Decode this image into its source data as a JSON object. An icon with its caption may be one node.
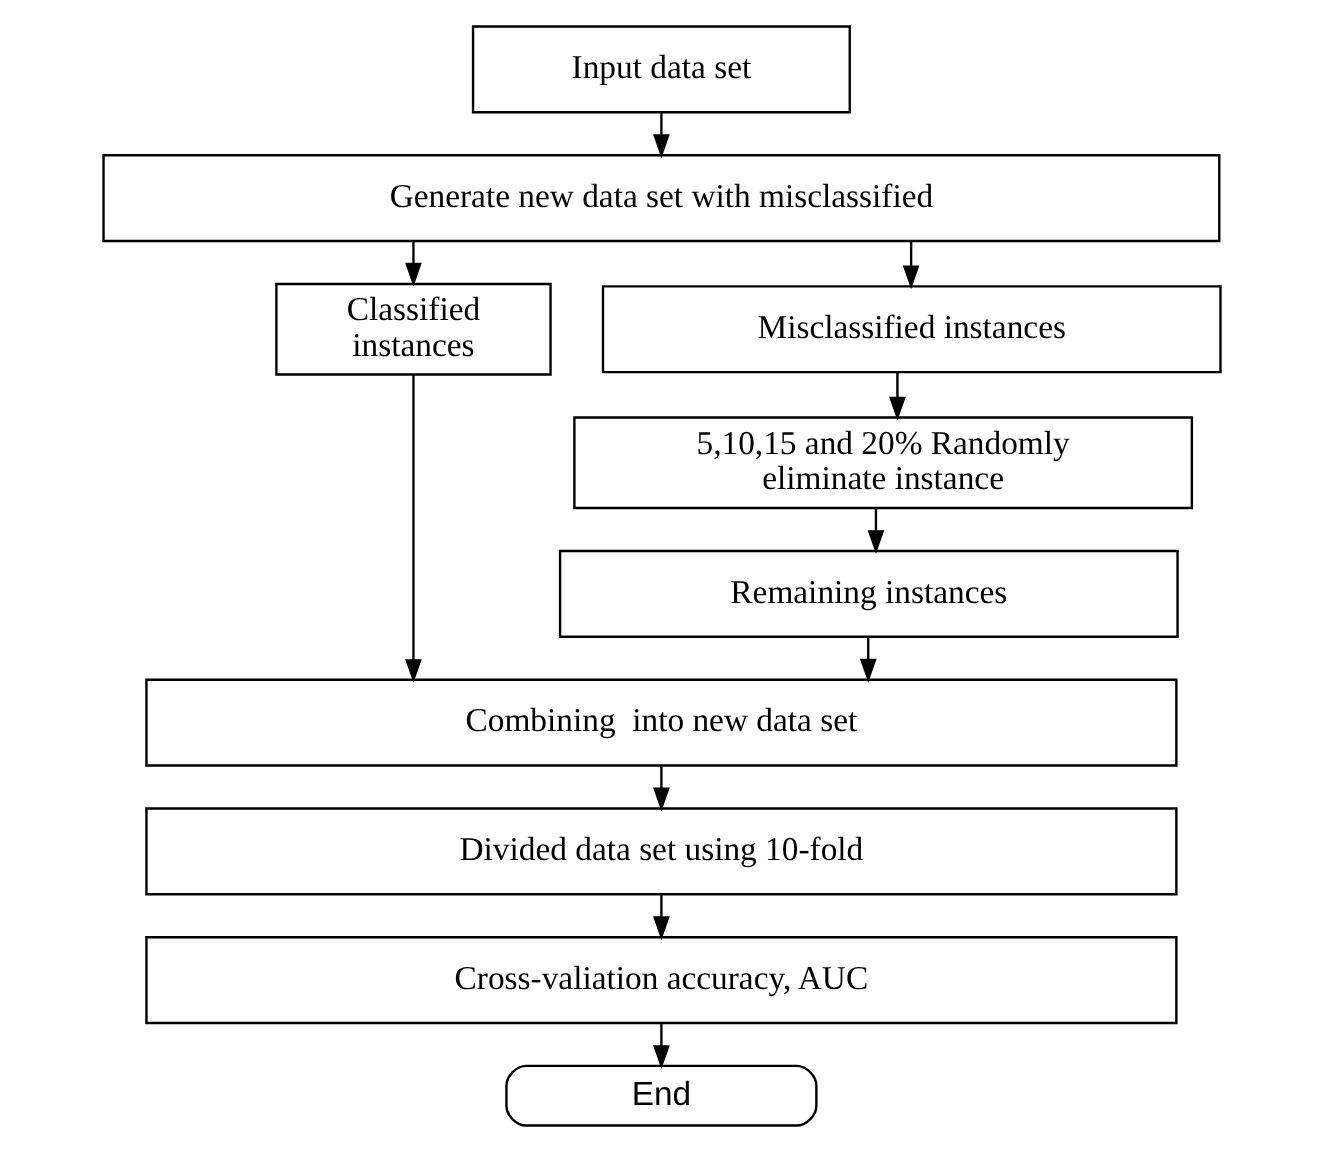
{
  "diagram": {
    "nodes": [
      {
        "text": [
          "Input data set"
        ]
      },
      {
        "text": [
          "Generate new data set with misclassified"
        ]
      },
      {
        "text": [
          "Classified instances"
        ]
      },
      {
        "text": [
          "Misclassified instances"
        ]
      },
      {
        "text": [
          "5,10,15 and 20% Randomly eliminate instance"
        ]
      },
      {
        "text": [
          "Remaining instances"
        ]
      },
      {
        "text": [
          "Combining  into new data set"
        ]
      },
      {
        "text": [
          "Divided data set using 10-fold"
        ]
      },
      {
        "text": [
          "Cross-valiation accuracy, AUC"
        ]
      },
      {
        "text": [
          "End"
        ]
      }
    ],
    "edges": [
      {
        "from": 0,
        "to": 1,
        "arrow": "to"
      },
      {
        "from": 1,
        "to": 2,
        "arrow": "to"
      },
      {
        "from": 1,
        "to": 3,
        "arrow": "to"
      },
      {
        "from": 3,
        "to": 4,
        "arrow": "to"
      },
      {
        "from": 4,
        "to": 5,
        "arrow": "to"
      },
      {
        "from": 2,
        "to": 6,
        "arrow": "to"
      },
      {
        "from": 5,
        "to": 6,
        "arrow": "to"
      },
      {
        "from": 6,
        "to": 7,
        "arrow": "to"
      },
      {
        "from": 7,
        "to": 8,
        "arrow": "to"
      },
      {
        "from": 8,
        "to": 9,
        "arrow": "to"
      }
    ]
  }
}
